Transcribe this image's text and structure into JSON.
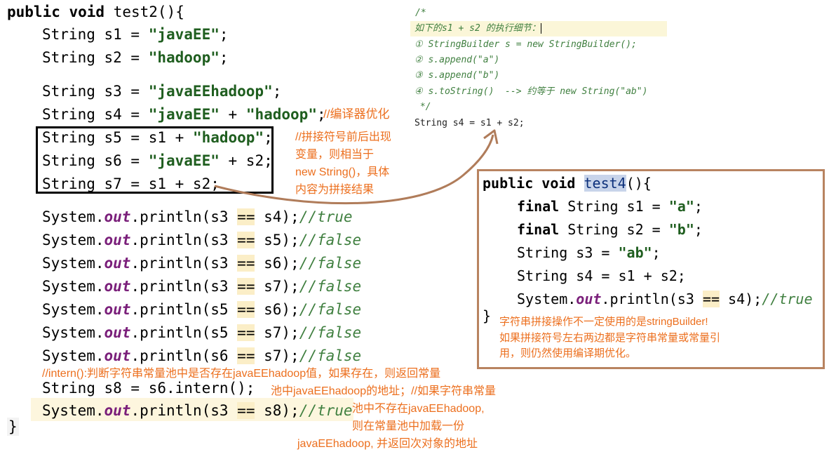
{
  "left_code": {
    "signature": {
      "kw": "public void",
      "rest": " test2(){"
    },
    "s1": {
      "pre": "String s1 = ",
      "str": "\"javaEE\"",
      "post": ";"
    },
    "s2": {
      "pre": "String s2 = ",
      "str": "\"hadoop\"",
      "post": ";"
    },
    "s3": {
      "pre": "String s3 = ",
      "str": "\"javaEEhadoop\"",
      "post": ";"
    },
    "s4": {
      "pre": "String s4 = ",
      "str1": "\"javaEE\"",
      "mid": " + ",
      "str2": "\"hadoop\"",
      "post": ";"
    },
    "s4_comment": "//编译器优化",
    "s5": {
      "pre": "String s5 = s1 + ",
      "str": "\"hadoop\"",
      "post": ";"
    },
    "s6": {
      "pre": "String s6 = ",
      "str": "\"javaEE\"",
      "post": " + s2;"
    },
    "s7": "String s7 = s1 + s2;",
    "println": [
      {
        "pre": "System.",
        "field": "out",
        "mid": ".println(s3 ",
        "op": "==",
        "post": " s4);",
        "cmt": "//true"
      },
      {
        "pre": "System.",
        "field": "out",
        "mid": ".println(s3 ",
        "op": "==",
        "post": " s5);",
        "cmt": "//false"
      },
      {
        "pre": "System.",
        "field": "out",
        "mid": ".println(s3 ",
        "op": "==",
        "post": " s6);",
        "cmt": "//false"
      },
      {
        "pre": "System.",
        "field": "out",
        "mid": ".println(s3 ",
        "op": "==",
        "post": " s7);",
        "cmt": "//false"
      },
      {
        "pre": "System.",
        "field": "out",
        "mid": ".println(s5 ",
        "op": "==",
        "post": " s6);",
        "cmt": "//false"
      },
      {
        "pre": "System.",
        "field": "out",
        "mid": ".println(s5 ",
        "op": "==",
        "post": " s7);",
        "cmt": "//false"
      },
      {
        "pre": "System.",
        "field": "out",
        "mid": ".println(s6 ",
        "op": "==",
        "post": " s7);",
        "cmt": "//false"
      }
    ],
    "s8": "String s8 = s6.intern();",
    "last_println": {
      "pre": "System.",
      "field": "out",
      "mid": ".println(s3 ",
      "op": "==",
      "post": " s8);",
      "cmt": "//true"
    },
    "close_brace": "}"
  },
  "annotations": {
    "concat_note": [
      "//拼接符号前后出现",
      "变量，则相当于",
      "new String()，具体",
      "内容为拼接结果"
    ],
    "intern_note_1": "//intern():判断字符串常量池中是否存在javaEEhadoop值，如果存在，则返回常量",
    "intern_note_2": [
      "池中javaEEhadoop的地址；//如果字符串常量",
      "池中不存在javaEEhadoop,",
      "则在常量池中加载一份",
      "javaEEhadoop, 并返回次对象的地址"
    ]
  },
  "detail_box": {
    "open_comment": "/*",
    "heading": "如下的s1 + s2 的执行细节：",
    "steps": [
      "① StringBuilder s = new StringBuilder();",
      "② s.append(\"a\")",
      "③ s.append(\"b\")",
      "④ s.toString()  --> 约等于 new String(\"ab\")"
    ],
    "close_comment": " */",
    "statement": "String s4 = s1 + s2;"
  },
  "test4": {
    "signature": {
      "kw": "public void",
      "name": "test4",
      "rest": "(){"
    },
    "s1": {
      "kw": "final",
      "pre": " String s1 = ",
      "str": "\"a\"",
      "post": ";"
    },
    "s2": {
      "kw": "final",
      "pre": " String s2 = ",
      "str": "\"b\"",
      "post": ";"
    },
    "s3": {
      "pre": "String s3 = ",
      "str": "\"ab\"",
      "post": ";"
    },
    "s4": "String s4 = s1 + s2;",
    "println": {
      "pre": "System.",
      "field": "out",
      "mid": ".println(s3 ",
      "op": "==",
      "post": " s4);",
      "cmt": "//true"
    },
    "close_brace": "}",
    "note": [
      "字符串拼接操作不一定使用的是stringBuilder!",
      "如果拼接符号左右两边都是字符串常量或常量引",
      "用，则仍然使用编译期优化。"
    ]
  },
  "colors": {
    "annotation": "#ec6f1e",
    "box_border": "#b88360",
    "arrow": "#b07c5a"
  }
}
